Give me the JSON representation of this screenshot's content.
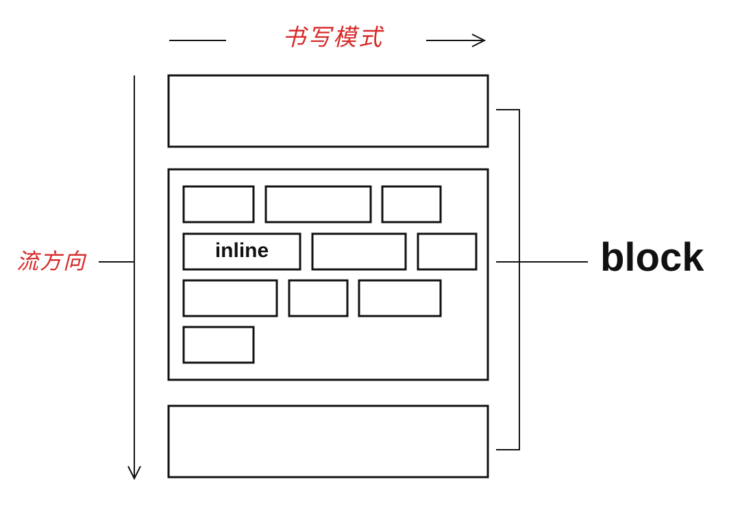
{
  "labels": {
    "writing_mode": "书写模式",
    "flow_direction": "流方向",
    "block": "block",
    "inline": "inline"
  },
  "colors": {
    "stroke": "#111111",
    "accent_text": "#d72a2a",
    "background": "#ffffff"
  }
}
